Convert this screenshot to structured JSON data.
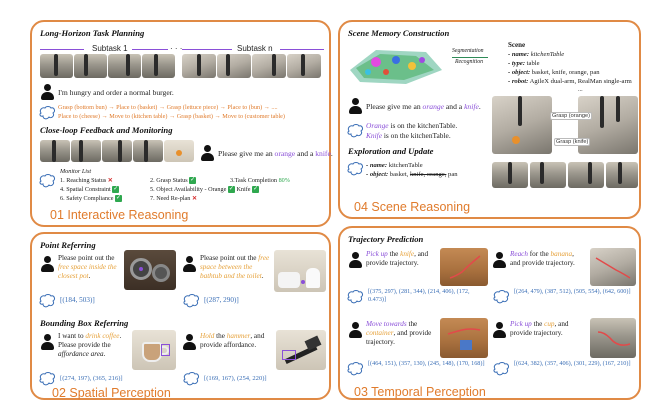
{
  "panel1": {
    "title": "01 Interactive Reasoning",
    "section1": "Long-Horizon Task Planning",
    "subtask1": "Subtask 1",
    "subtaskn": "Subtask n",
    "user_text": "I'm hungry and order a normal burger.",
    "plan_line1": "Grasp (bottom bun) → Place to (basket) → Grasp (lettuce piece) → Place to (bun) → ....",
    "plan_line2": "Place to (cheese) → Move to (kitchen table) → Grasp (basket) → Move to (customer table)",
    "section2": "Close-loop Feedback and Monitoring",
    "feedback_pre": "Please give me an ",
    "feedback_obj1": "orange",
    "feedback_mid": " and a ",
    "feedback_obj2": "knife",
    "feedback_end": ".",
    "monitor_title": "Monitor List",
    "m1": "1. Reaching Status",
    "m2": "2. Grasp Status",
    "m3": "3.Task Completion",
    "m3_pct": "80%",
    "m4": "4. Spatial Constraint",
    "m5": "5. Object Availability - Orange",
    "m5b": "Knife",
    "m6": "6. Safety Compliance",
    "m7": "7. Need Re-plan"
  },
  "panel4": {
    "title": "04 Scene Reasoning",
    "section1": "Scene Memory Construction",
    "seg1": "Segmentation",
    "seg2": "Recognition",
    "scene_head": "Scene",
    "s_name_k": "- name:",
    "s_name_v": " kitchenTable",
    "s_type_k": "- type:",
    "s_type_v": " table",
    "s_obj_k": "- object:",
    "s_obj_v": " basket, knife, orange, pan",
    "s_robot_k": "- robot:",
    "s_robot_v": " AgileX dual-arm, RealMan single-arm",
    "s_more": "...",
    "q_pre": "Please give me an ",
    "q_obj1": "orange",
    "q_mid": " and a ",
    "q_obj2": "knife",
    "q_end": ".",
    "a1_obj": "Orange",
    "a1_rest": " is on the kitchenTable.",
    "a2_obj": "Knife",
    "a2_rest": " is on the kitchenTable.",
    "grasp_orange": "Grasp (orange)",
    "grasp_knife": "Grasp (knife)",
    "section2": "Exploration and Update",
    "e_name_k": "- name:",
    "e_name_v": " kitchenTable",
    "e_obj_k": "- object:",
    "e_obj_v1": " basket, ",
    "e_obj_strike": "knife, orange,",
    "e_obj_v2": " pan"
  },
  "panel2": {
    "title": "02 Spatial Perception",
    "section1": "Point Referring",
    "p1_a": "Please point out the ",
    "p1_b": "free space inside the closest pot",
    "p1_c": ".",
    "p1_ans": "[(184, 503)]",
    "p2_a": "Please point out the ",
    "p2_b": "free space between the bathtub and the toilet",
    "p2_c": ".",
    "p2_ans": "[(287, 290)]",
    "section2": "Bounding Box Referring",
    "b1_a": "I want to ",
    "b1_b": "drink coffee",
    "b1_c": ". Please provide the ",
    "b1_d": "affordance area",
    "b1_e": ".",
    "b1_ans": "[(274, 197), (365, 216)]",
    "b2_a": "Hold",
    "b2_b": " the ",
    "b2_c": "hammer",
    "b2_d": ", and provide affordance.",
    "b2_ans": "[(169, 167), (254, 220)]"
  },
  "panel3": {
    "title": "03 Temporal Perception",
    "section1": "Trajectory Prediction",
    "t1_a": "Pick up",
    "t1_b": " the ",
    "t1_c": "knife",
    "t1_d": ", and provide trajectory.",
    "t1_ans": "[(375, 297), (281, 344), (214, 406), (172, 0.473)]",
    "t2_a": "Reach",
    "t2_b": " for the ",
    "t2_c": "banana",
    "t2_d": ", and provide trajectory.",
    "t2_ans": "[(264, 479), (387, 512), (505, 554), (642, 600)]",
    "t3_a": "Move towards",
    "t3_b": " the ",
    "t3_c": "container",
    "t3_d": ", and provide trajectory.",
    "t3_ans": "[(464, 151), (357, 130), (245, 148), (170, 168)]",
    "t4_a": "Pick up",
    "t4_b": " the ",
    "t4_c": "cup",
    "t4_d": ", and provide trajectory.",
    "t4_ans": "[(624, 382), (357, 406), (301, 229), (167, 210)]"
  },
  "colors": {
    "border": "#e08a45",
    "title": "#e07b2c",
    "highlight_purple": "#8a4fd8",
    "highlight_orange": "#e6a23c",
    "answer_blue": "#3b6fb6",
    "check_green": "#2fa84f",
    "cross_red": "#d62e2e"
  },
  "icons": [
    "person-icon",
    "brain-icon",
    "check-icon",
    "cross-icon"
  ]
}
